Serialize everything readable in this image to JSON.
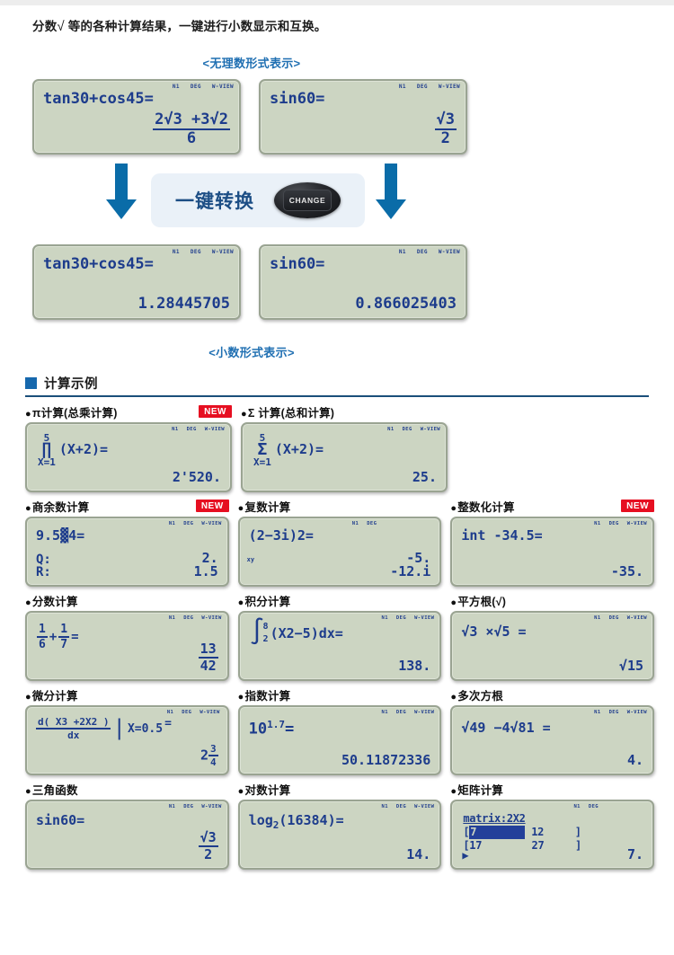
{
  "intro": {
    "text_before": "分数",
    "radical": "√",
    "text_after": "等的各种计算结果，一键进行小数显示和互换。"
  },
  "captions": {
    "top": "<无理数形式表示>",
    "bottom": "<小数形式表示>"
  },
  "conversion": {
    "label": "一键转换",
    "key_label": "CHANGE"
  },
  "annunciators": {
    "n1": "N1",
    "deg": "DEG",
    "wview": "W-VIEW"
  },
  "top_displays": [
    {
      "name": "tan30-cos45-exact",
      "expression": "tan30+cos45=",
      "result_numerator": "2√3 +3√2",
      "result_denominator": "6"
    },
    {
      "name": "sin60-exact",
      "expression": "sin60=",
      "result_numerator": "√3",
      "result_denominator": "2"
    }
  ],
  "bottom_displays": [
    {
      "name": "tan30-cos45-decimal",
      "expression": "tan30+cos45=",
      "result": "1.28445705"
    },
    {
      "name": "sin60-decimal",
      "expression": "sin60=",
      "result": "0.866025403"
    }
  ],
  "section": {
    "title": "计算示例",
    "new_badge": "NEW"
  },
  "examples": [
    [
      {
        "id": "pi-product",
        "title": "π计算(总乘计算)",
        "is_new": true,
        "big_op": "∏",
        "upper_limit": "5",
        "lower_limit": "X=1",
        "expression": "(X+2)=",
        "result": "2'520."
      },
      {
        "id": "sigma-sum",
        "title": "Σ 计算(总和计算)",
        "is_new": false,
        "big_op": "Σ",
        "upper_limit": "5",
        "lower_limit": "X=1",
        "expression": "(X+2)=",
        "result": "25."
      }
    ],
    [
      {
        "id": "quotient-remainder",
        "title": "商余数计算",
        "is_new": true,
        "expression": "9.5▓4=",
        "q_label": "Q:",
        "r_label": "R:",
        "q_value": "2.",
        "r_value": "1.5"
      },
      {
        "id": "complex-number",
        "title": "复数计算",
        "is_new": false,
        "expression": "(2−3i)2=",
        "xy_mark": "xy",
        "result_re": "-5.",
        "result_im": "-12.i"
      },
      {
        "id": "integer-conversion",
        "title": "整数化计算",
        "is_new": true,
        "expression": "int -34.5=",
        "result": "-35."
      }
    ],
    [
      {
        "id": "fraction",
        "title": "分数计算",
        "is_new": false,
        "f1_num": "1",
        "f1_den": "6",
        "f2_num": "1",
        "f2_den": "7",
        "tail": "=",
        "result_num": "13",
        "result_den": "42"
      },
      {
        "id": "integral",
        "title": "积分计算",
        "is_new": false,
        "upper_limit": "8",
        "lower_limit": "2",
        "expression": "(X2−5)dx=",
        "result": "138."
      },
      {
        "id": "square-root",
        "title": "平方根(√)",
        "is_new": false,
        "expression": "√3 ×√5 =",
        "result": "√15"
      }
    ],
    [
      {
        "id": "derivative",
        "title": "微分计算",
        "is_new": false,
        "num": "d( X3 +2X2 )",
        "den": "dx",
        "at": "X=0.5",
        "equals": "=",
        "result_int": "2",
        "result_num": "3",
        "result_den": "4"
      },
      {
        "id": "exponent",
        "title": "指数计算",
        "is_new": false,
        "base": "10",
        "exponent": "1.7",
        "equals": "=",
        "result": "50.11872336"
      },
      {
        "id": "nth-root",
        "title": "多次方根",
        "is_new": false,
        "expression": "√49 −4√81 =",
        "result": "4."
      }
    ],
    [
      {
        "id": "trigonometry",
        "title": "三角函数",
        "is_new": false,
        "expression": "sin60=",
        "result_num": "√3",
        "result_den": "2"
      },
      {
        "id": "logarithm",
        "title": "对数计算",
        "is_new": false,
        "expression_a": "log",
        "expression_sub": "2",
        "expression_b": "(16384)=",
        "result": "14."
      },
      {
        "id": "matrix",
        "title": "矩阵计算",
        "is_new": false,
        "matrix_title": "matrix:2X2",
        "cell_11": "7",
        "cell_12": "12",
        "cell_21": "17",
        "cell_22": "27",
        "caret": "▶",
        "result": "7."
      }
    ]
  ],
  "colors": {
    "lcd_background": "#ccd5c2",
    "lcd_text": "#1d3c8c",
    "arrow_blue": "#0a6ca8",
    "caption_blue": "#1f6fb2",
    "new_badge_red": "#e60f21",
    "section_mark_blue": "#1668ad"
  }
}
